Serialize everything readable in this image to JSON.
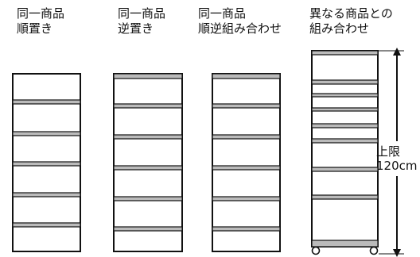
{
  "captions": [
    {
      "line1": "同一商品",
      "line2": "順置き"
    },
    {
      "line1": "同一商品",
      "line2": "逆置き"
    },
    {
      "line1": "同一商品",
      "line2": "順逆組み合わせ"
    },
    {
      "line1": "異なる商品との",
      "line2": "組み合わせ"
    }
  ],
  "height_limit": {
    "line1": "上限",
    "line2": "120cm"
  }
}
